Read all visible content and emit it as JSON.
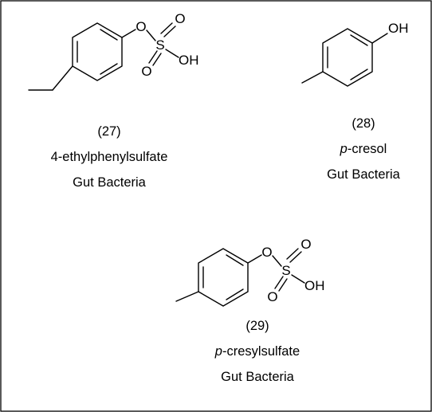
{
  "compounds": [
    {
      "number": "(27)",
      "name": "4-ethylphenylsulfate",
      "name_prefix_italic": "",
      "source": "Gut Bacteria",
      "atoms": {
        "o_link": "O",
        "s": "S",
        "o_top": "O",
        "o_bottom": "O",
        "oh": "OH"
      }
    },
    {
      "number": "(28)",
      "name": "-cresol",
      "name_prefix_italic": "p",
      "source": "Gut Bacteria",
      "atoms": {
        "oh": "OH"
      }
    },
    {
      "number": "(29)",
      "name": "-cresylsulfate",
      "name_prefix_italic": "p",
      "source": "Gut Bacteria",
      "atoms": {
        "o_link": "O",
        "s": "S",
        "o_top": "O",
        "o_bottom": "O",
        "oh": "OH"
      }
    }
  ]
}
